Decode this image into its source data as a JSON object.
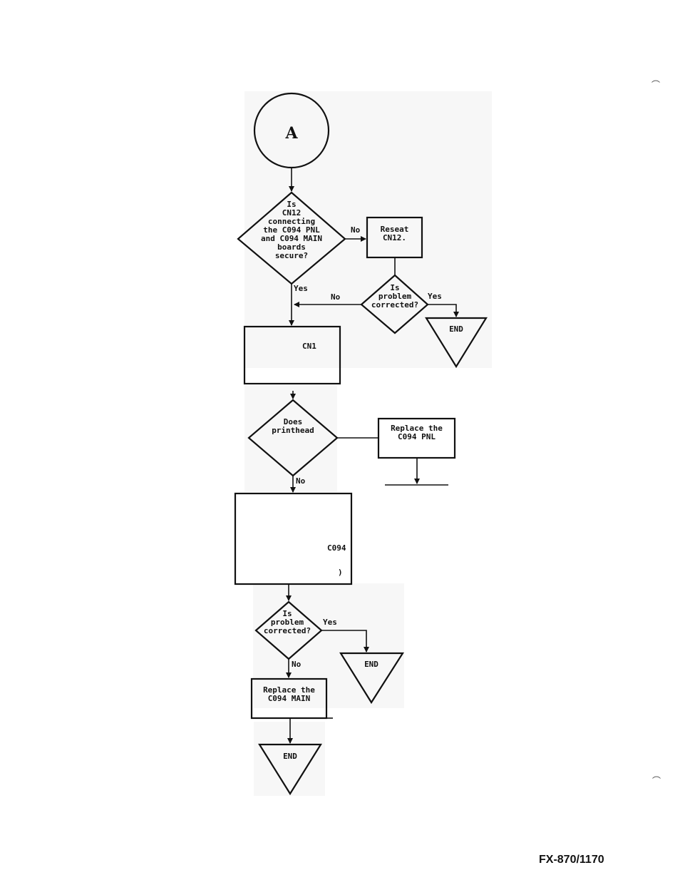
{
  "connector": {
    "label": "A"
  },
  "decision_cn12": {
    "lines": [
      "Is",
      "CN12",
      "connecting",
      "the C094 PNL",
      "and C094 MAIN",
      "boards",
      "secure?"
    ]
  },
  "reseat_box": {
    "lines": [
      "Reseat",
      "CN12."
    ]
  },
  "decision_corrected_1": {
    "lines": [
      "Is",
      "problem",
      "corrected?"
    ]
  },
  "label_no_1": "No",
  "label_yes_1": "Yes",
  "label_no_2": "No",
  "label_yes_2": "Yes",
  "end_1": "END",
  "box_cn1": {
    "text": "CN1"
  },
  "decision_printhead": {
    "lines": [
      "Does",
      "printhead"
    ]
  },
  "replace_pnl_box": {
    "lines": [
      "Replace the",
      "C094 PNL"
    ]
  },
  "label_no_3": "No",
  "box_c094": {
    "text_1": "C094",
    "text_2": ")"
  },
  "decision_corrected_2": {
    "lines": [
      "Is",
      "problem",
      "corrected?"
    ]
  },
  "label_yes_3": "Yes",
  "end_2": "END",
  "label_no_4": "No",
  "replace_main_box": {
    "lines": [
      "Replace the",
      "C094 MAIN"
    ]
  },
  "end_3": "END",
  "footer": {
    "model": "FX-870/1170"
  }
}
